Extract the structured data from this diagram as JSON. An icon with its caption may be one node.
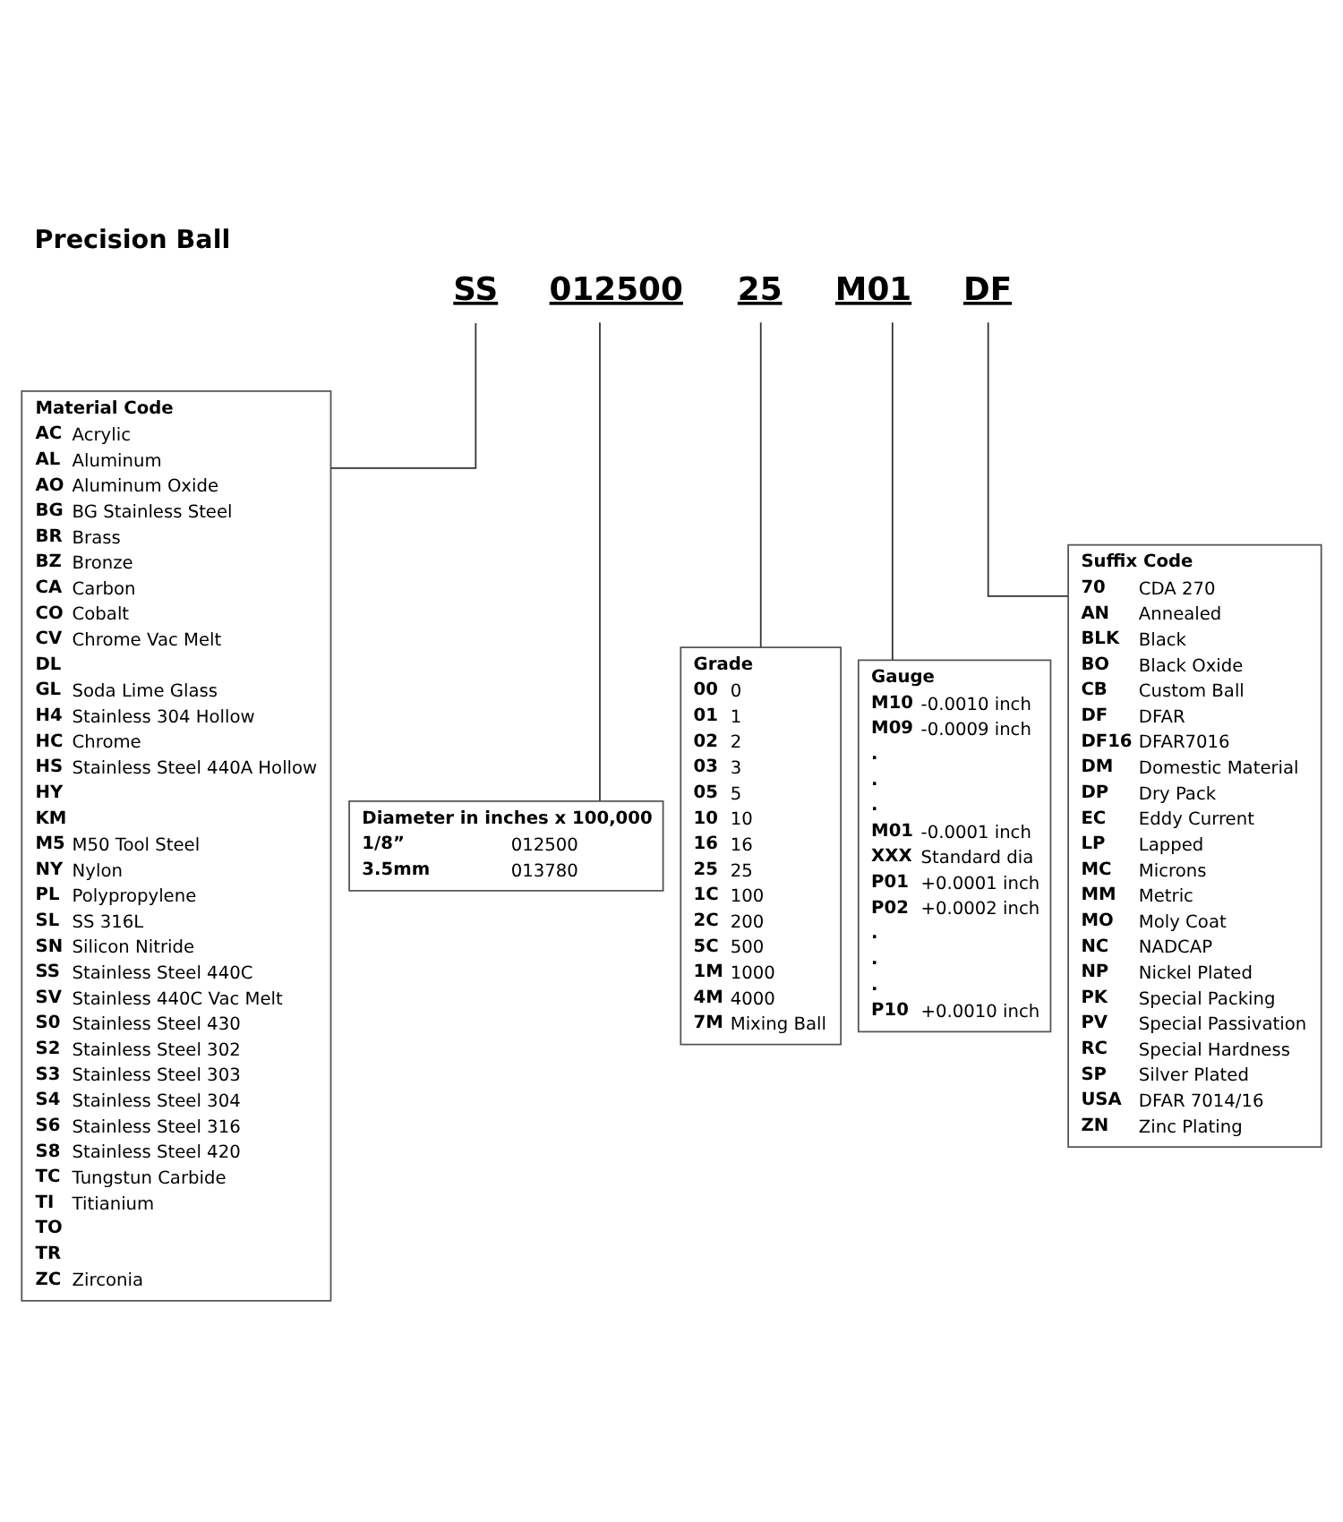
{
  "diagram": {
    "title": "Precision Ball",
    "nodes": [
      {
        "text": [
          "SS"
        ]
      },
      {
        "text": [
          "012500"
        ]
      },
      {
        "text": [
          "25"
        ]
      },
      {
        "text": [
          "M01"
        ]
      },
      {
        "text": [
          "DF"
        ]
      },
      {
        "text": [
          "Material Code",
          "AC Acrylic",
          "AL Aluminum",
          "AO Aluminum Oxide",
          "BG BG Stainless Steel",
          "BR Brass",
          "BZ Bronze",
          "CA Carbon",
          "CO Cobalt",
          "CV Chrome Vac Melt",
          "DL",
          "GL Soda Lime Glass",
          "H4 Stainless 304 Hollow",
          "HC Chrome",
          "HS Stainless Steel 440A Hollow",
          "HY",
          "KM",
          "M5 M50 Tool Steel",
          "NY Nylon",
          "PL Polypropylene",
          "SL SS 316L",
          "SN Silicon Nitride",
          "SS Stainless Steel 440C",
          "SV Stainless 440C Vac Melt",
          "S0 Stainless Steel 430",
          "S2 Stainless Steel 302",
          "S3 Stainless Steel 303",
          "S4 Stainless Steel 304",
          "S6 Stainless Steel 316",
          "S8 Stainless Steel 420",
          "TC Tungstun Carbide",
          "TI Titianium",
          "TO",
          "TR",
          "ZC Zirconia"
        ]
      },
      {
        "text": [
          "Diameter in inches x 100,000",
          "1/8” 012500",
          "3.5mm 013780"
        ]
      },
      {
        "text": [
          "Grade",
          "00 0",
          "01 1",
          "02 2",
          "03 3",
          "05 5",
          "10 10",
          "16 16",
          "25 25",
          "1C 100",
          "2C 200",
          "5C 500",
          "1M 1000",
          "4M 4000",
          "7M Mixing Ball"
        ]
      },
      {
        "text": [
          "Gauge",
          "M10 -0.0010 inch",
          "M09 -0.0009 inch",
          ".",
          ".",
          ".",
          "M01 -0.0001 inch",
          "XXX Standard dia",
          "P01 +0.0001 inch",
          "P02 +0.0002 inch",
          ".",
          ".",
          ".",
          "P10 +0.0010 inch"
        ]
      },
      {
        "text": [
          "Suffix Code",
          "70 CDA 270",
          "AN Annealed",
          "BLK Black",
          "BO Black Oxide",
          "CB Custom Ball",
          "DF DFAR",
          "DF16 DFAR7016",
          "DM Domestic Material",
          "DP Dry Pack",
          "EC Eddy Current",
          "LP Lapped",
          "MC Microns",
          "MM Metric",
          "MO Moly Coat",
          "NC NADCAP",
          "NP Nickel Plated",
          "PK Special Packing",
          "PV Special Passivation",
          "RC Special Hardness",
          "SP Silver Plated",
          "USA DFAR 7014/16",
          "ZN Zinc Plating"
        ]
      }
    ],
    "edges": [
      {
        "from": 0,
        "to": 5,
        "arrow": "none"
      },
      {
        "from": 1,
        "to": 6,
        "arrow": "none"
      },
      {
        "from": 2,
        "to": 7,
        "arrow": "none"
      },
      {
        "from": 3,
        "to": 8,
        "arrow": "none"
      },
      {
        "from": 4,
        "to": 9,
        "arrow": "none"
      }
    ]
  }
}
